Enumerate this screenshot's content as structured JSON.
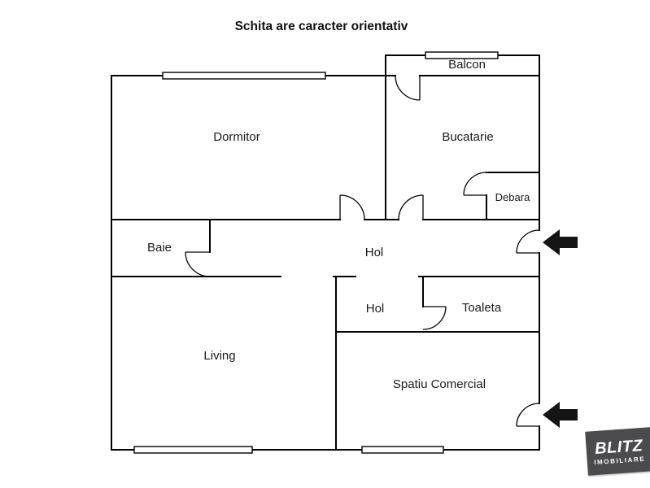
{
  "title": "Schita are caracter orientativ",
  "floorplan": {
    "rooms": [
      {
        "name": "balcon",
        "label": "Balcon"
      },
      {
        "name": "dormitor",
        "label": "Dormitor"
      },
      {
        "name": "bucatarie",
        "label": "Bucatarie"
      },
      {
        "name": "debara",
        "label": "Debara"
      },
      {
        "name": "baie",
        "label": "Baie"
      },
      {
        "name": "hol",
        "label": "Hol"
      },
      {
        "name": "hol-2",
        "label": "Hol"
      },
      {
        "name": "toaleta",
        "label": "Toaleta"
      },
      {
        "name": "living",
        "label": "Living"
      },
      {
        "name": "spatiu-comercial",
        "label": "Spatiu Comercial"
      }
    ],
    "entrance_arrow_count": 2
  },
  "watermark": {
    "line1": "BLITZ",
    "line2": "IMOBILIARE"
  },
  "colors": {
    "wall": "#000000",
    "background": "#ffffff",
    "arrow": "#141414",
    "watermark_bg": "#4b4b4e"
  }
}
